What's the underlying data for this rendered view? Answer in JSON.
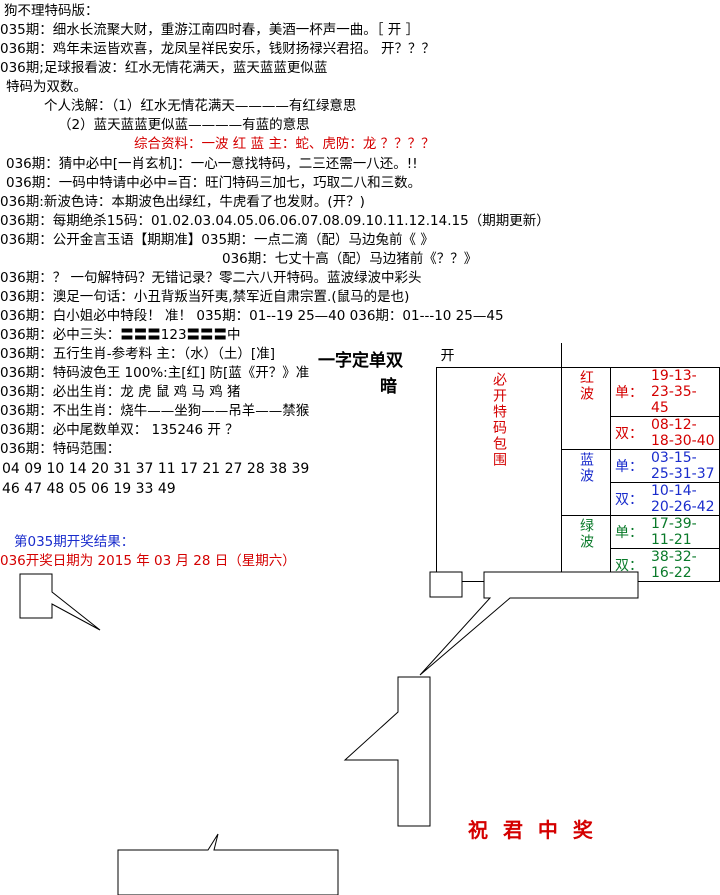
{
  "lines": [
    "狗不理特码版：",
    "035期：细水长流聚大财，重游江南四时春，美酒一杯声一曲。［ 开 ］",
    "036期：鸡年未运皆欢喜，龙凤呈祥民安乐，钱财扬禄兴君招。 开？？？",
    "036期;足球报看波：红水无情花满天，蓝天蓝蓝更似蓝",
    "特码为双数。",
    "个人浅解：（1）红水无情花满天————有红绿意思",
    "（2）蓝天蓝蓝更似蓝————有蓝的意思",
    "综合资料：一波 红 蓝 主：蛇、虎防：龙 ？？？？",
    "036期：猜中必中[一肖玄机]：一心一意找特码，二三还需一八还。!!",
    "036期：一码中特请中必中=百：旺门特码三加七，巧取二八和三数。",
    "036期:新波色诗：本期波色出绿红，牛虎看了也发财。(开？)",
    "036期：每期绝杀15码：01.02.03.04.05.06.06.07.08.09.10.11.12.14.15（期期更新）",
    "036期：公开金言玉语【期期准】035期：一点二滴（配）马边兔前《 》",
    "036期：七丈十高（配）马边猪前《？？》",
    "036期：？ 一句解特码？无错记录？零二六八开特码。蓝波绿波中彩头",
    "036期：澳足一句话：小丑背叛当歼夷,禁军近自肃宗置.(鼠马的是也)",
    "036期：白小姐必中特段！ 准！ 035期：01--19 25—40 036期：01---10 25—45",
    "036期：必中三头：〓〓〓123〓〓〓中",
    "036期：五行生肖-参考料 主：（水）（土）[准]",
    "036期：特码波色王 100%:主[红] 防[蓝《开？》准",
    "036期：必出生肖：龙 虎 鼠 鸡 马 鸡 猪",
    "036期：不出生肖：烧牛——坐狗——吊羊——禁猴",
    "036期：必中尾数单双： 135246 开 ？",
    "036期：特码范围：",
    "04 09 10 14 20 31 37 11 17 21 27 28 38 39",
    "46 47 48 05 06 19 33 49"
  ],
  "side_title": "一字定单双",
  "side_sub": "暗",
  "wave_table": {
    "header": "开",
    "left_label": "必开特码包围",
    "groups": [
      {
        "name": "红波",
        "rows": [
          {
            "k": "单：",
            "v": "19-13-23-35-45"
          },
          {
            "k": "双：",
            "v": "08-12-18-30-40"
          }
        ]
      },
      {
        "name": "蓝波",
        "rows": [
          {
            "k": "单：",
            "v": "03-15-25-31-37"
          },
          {
            "k": "双：",
            "v": "10-14-20-26-42"
          }
        ]
      },
      {
        "name": "绿波",
        "rows": [
          {
            "k": "单：",
            "v": "17-39-11-21"
          },
          {
            "k": "双：",
            "v": "38-32-16-22"
          }
        ]
      }
    ]
  },
  "result_title": "第035期开奖结果：",
  "result_date": "036开奖日期为 2015 年 03 月 28 日（星期六）",
  "bless": "祝 君 中 奖",
  "colors": {
    "red": "#d40000",
    "blue": "#1a2ccc",
    "green": "#0a7a2a"
  }
}
